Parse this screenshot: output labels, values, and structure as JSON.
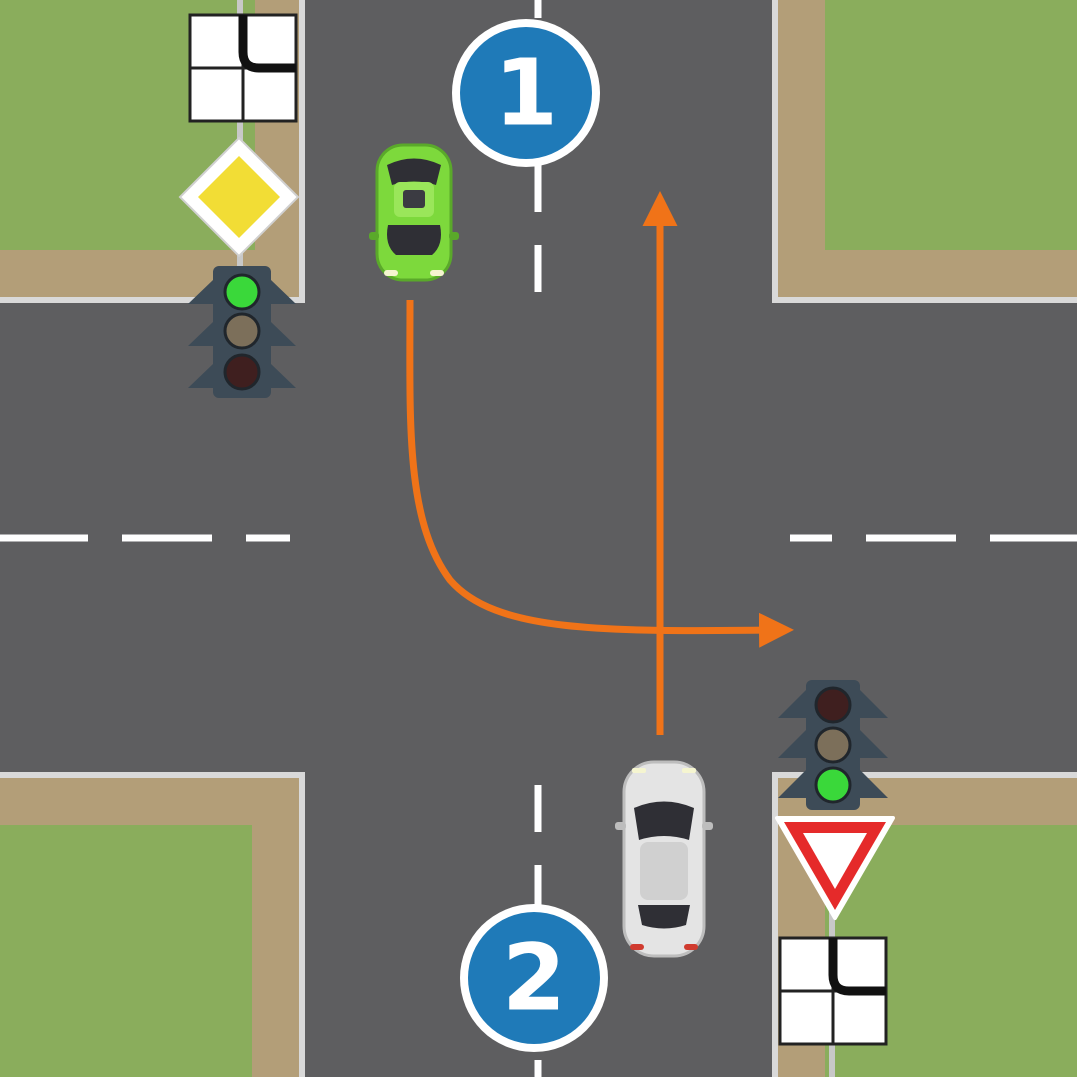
{
  "scene": {
    "type": "intersection-right-of-way",
    "colors": {
      "grass": "#8aad5c",
      "sidewalk": "#b39e78",
      "road": "#5e5e60",
      "road_edge_line": "#d9d9d9",
      "lane_marking": "#ffffff",
      "path_arrow": "#f07318",
      "badge_fill": "#1f7ab8",
      "badge_ring": "#ffffff",
      "car_green": "#7dd93c",
      "car_white": "#e4e4e4"
    },
    "badges": [
      {
        "label": "1",
        "vehicle": "car-green"
      },
      {
        "label": "2",
        "vehicle": "car-white"
      }
    ],
    "vehicles": [
      {
        "name": "car-green",
        "color": "#7dd93c",
        "heading": "south",
        "path": "turn-left-to-east"
      },
      {
        "name": "car-white",
        "color": "#e4e4e4",
        "heading": "north",
        "path": "straight-north"
      }
    ],
    "traffic_lights": [
      {
        "position": "top-left",
        "active": "green"
      },
      {
        "position": "bottom-right",
        "active": "green"
      }
    ],
    "signs": [
      {
        "position": "top-left",
        "kind": "priority-road",
        "icon": "yellow-diamond-icon"
      },
      {
        "position": "top-left",
        "kind": "main-road-direction-plate",
        "icon": "main-road-plate-icon"
      },
      {
        "position": "bottom-right",
        "kind": "give-way",
        "icon": "yield-triangle-icon"
      },
      {
        "position": "bottom-right",
        "kind": "main-road-direction-plate",
        "icon": "main-road-plate-icon"
      }
    ]
  }
}
